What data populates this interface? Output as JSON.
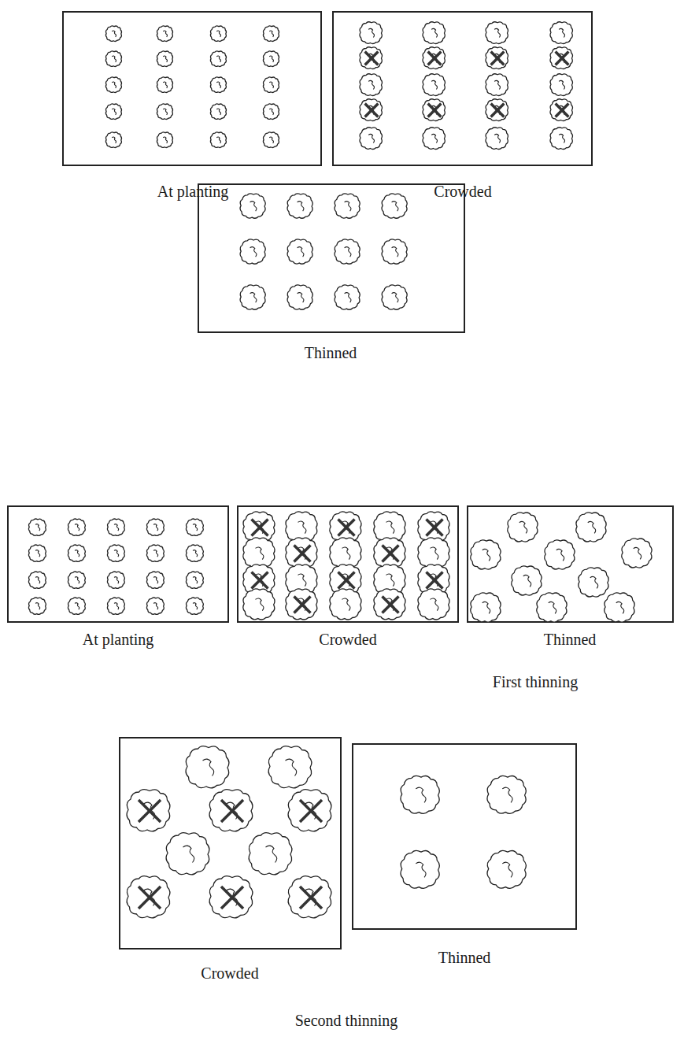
{
  "diagram": {
    "labels": [
      "At planting",
      "Crowded",
      "Thinned",
      "At planting",
      "Crowded",
      "Thinned",
      "First thinning",
      "Crowded",
      "Thinned",
      "Second thinning"
    ]
  }
}
